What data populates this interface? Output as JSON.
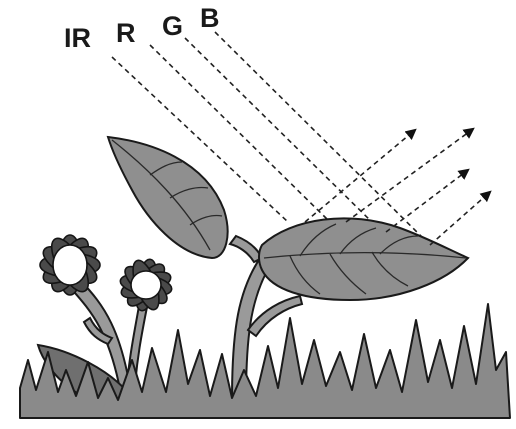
{
  "diagram": {
    "bands": [
      {
        "key": "ir",
        "label": "IR"
      },
      {
        "key": "r",
        "label": "R"
      },
      {
        "key": "g",
        "label": "G"
      },
      {
        "key": "b",
        "label": "B"
      }
    ],
    "colors": {
      "ray": "#222222",
      "leaf": "#8f8f8f",
      "petal": "#4a4a4a",
      "grass": "#8a8a8a"
    }
  }
}
